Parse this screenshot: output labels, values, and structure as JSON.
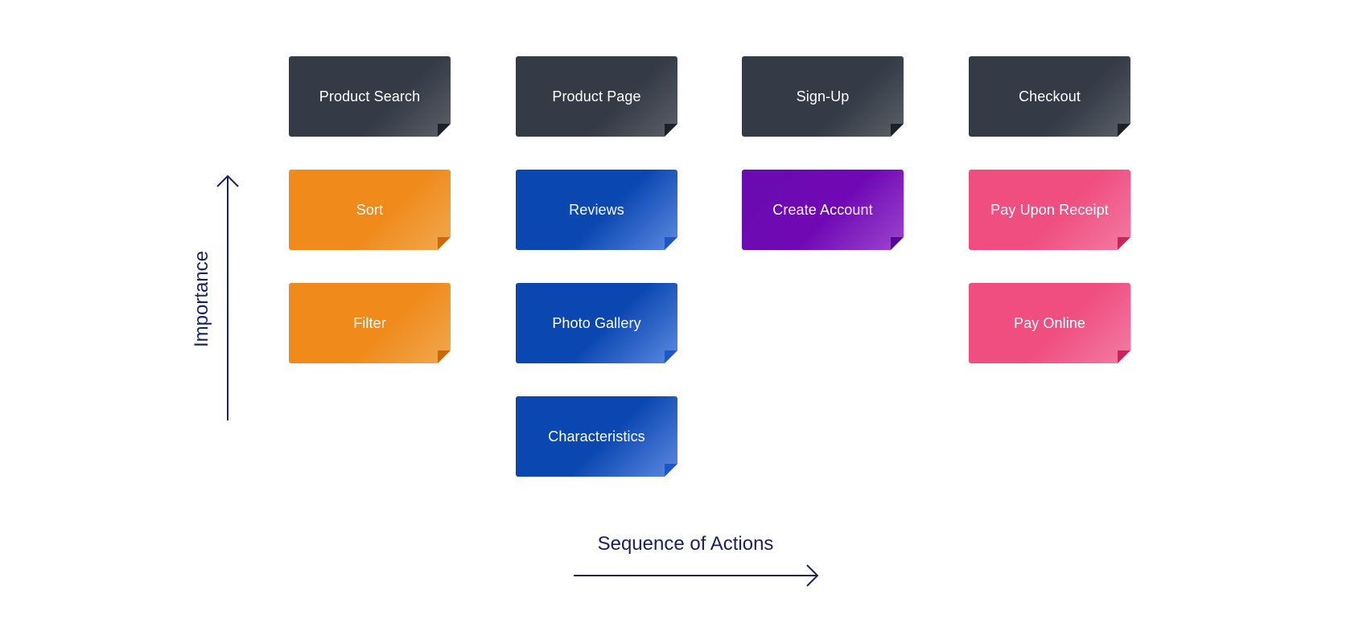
{
  "diagram": {
    "columns": [
      {
        "header": {
          "label": "Product Search",
          "color": "#343a46"
        },
        "cards": [
          {
            "label": "Sort",
            "color": "#ef8a1b"
          },
          {
            "label": "Filter",
            "color": "#ef8a1b"
          }
        ]
      },
      {
        "header": {
          "label": "Product Page",
          "color": "#343a46"
        },
        "cards": [
          {
            "label": "Reviews",
            "color": "#0b47b1"
          },
          {
            "label": "Photo Gallery",
            "color": "#0b47b1"
          },
          {
            "label": "Characteristics",
            "color": "#0b47b1"
          }
        ]
      },
      {
        "header": {
          "label": "Sign-Up",
          "color": "#343a46"
        },
        "cards": [
          {
            "label": "Create Account",
            "color": "#7009b5"
          }
        ]
      },
      {
        "header": {
          "label": "Checkout",
          "color": "#343a46"
        },
        "cards": [
          {
            "label": "Pay Upon Receipt",
            "color": "#f04d80"
          },
          {
            "label": "Pay Online",
            "color": "#f04d80"
          }
        ]
      }
    ],
    "y_axis_label": "Importance",
    "x_axis_label": "Sequence of Actions",
    "axis_color": "#1b2262"
  }
}
